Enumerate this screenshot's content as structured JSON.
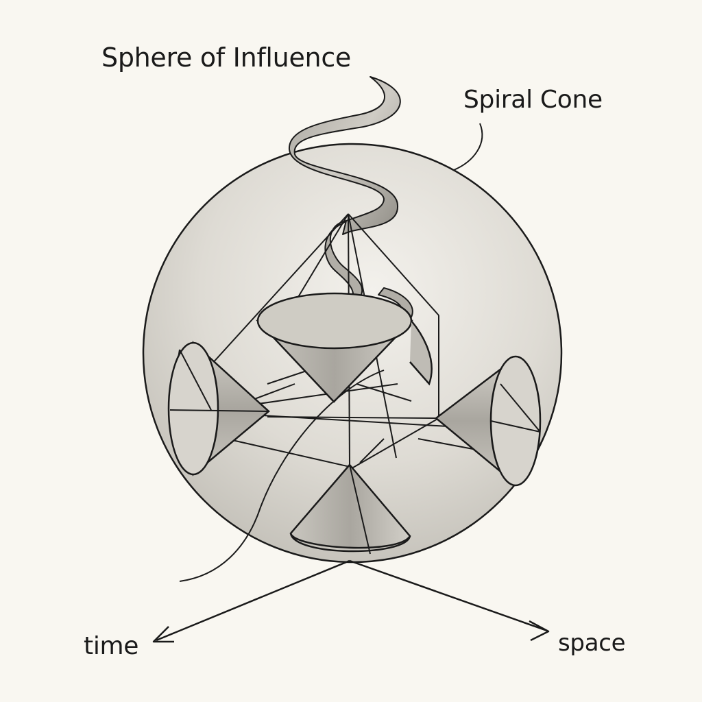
{
  "labels": {
    "sphere_of_influence": "Sphere of Influence",
    "spiral_cone": "Spiral Cone",
    "time_axis": "time",
    "space_axis": "space"
  },
  "colors": {
    "background": "#f9f7f1",
    "ink": "#1a1a1a",
    "sphere_fill": "#d8d5ce",
    "cone_fill": "#b9b6ae"
  }
}
